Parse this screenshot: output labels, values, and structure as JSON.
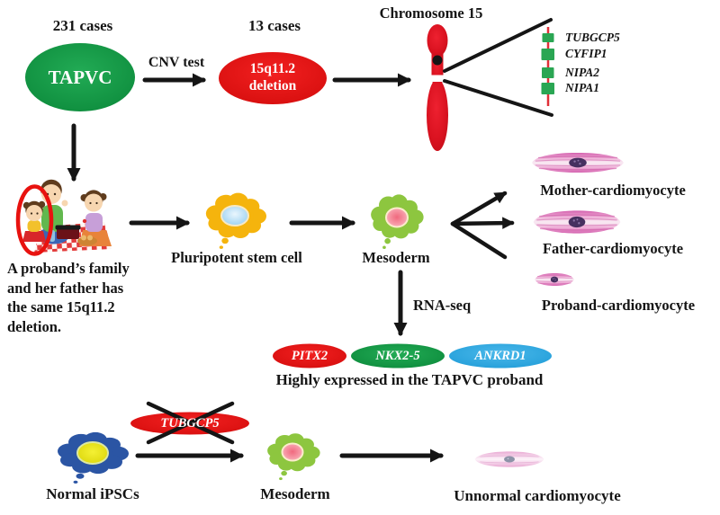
{
  "top": {
    "tapvc_count": "231 cases",
    "tapvc_label": "TAPVC",
    "cnv_arrow": "CNV test",
    "deletion_count": "13 cases",
    "deletion_line1": "15q11.2",
    "deletion_line2": "deletion",
    "chromosome_title": "Chromosome 15",
    "genes": [
      "TUBGCP5",
      "CYFIP1",
      "NIPA2",
      "NIPA1"
    ]
  },
  "middle": {
    "family_caption": "A proband’s family and her father has the same 15q11.2 deletion.",
    "stem_cell_label": "Pluripotent stem cell",
    "mesoderm_label": "Mesoderm",
    "mother_label": "Mother-cardiomyocyte",
    "father_label": "Father-cardiomyocyte",
    "proband_label": "Proband-cardiomyocyte",
    "rna_seq_label": "RNA-seq",
    "expressed_genes": [
      "PITX2",
      "NKX2-5",
      "ANKRD1"
    ],
    "expressed_caption": "Highly expressed in the TAPVC proband"
  },
  "bottom": {
    "knockout_gene": "TUBGCP5",
    "ipsc_label": "Normal iPSCs",
    "mesoderm_label": "Mesoderm",
    "unnormal_label": "Unnormal cardiomyocyte"
  },
  "colors": {
    "tapvc_green": "#129a44",
    "alert_red": "#e60d0d",
    "nkx_green": "#1fa24c",
    "ankrd_blue": "#2aa7e0",
    "gene_marker_green": "#2aa653",
    "locus_line_red": "#e03038",
    "stem_cell_yellow": "#f5b40d",
    "mesoderm_green": "#8dc63f",
    "ipsc_blue": "#2b55a4",
    "fiber_pink": "#d95fb0",
    "family_circle_red": "#e8120f",
    "arrow_black": "#151515"
  }
}
